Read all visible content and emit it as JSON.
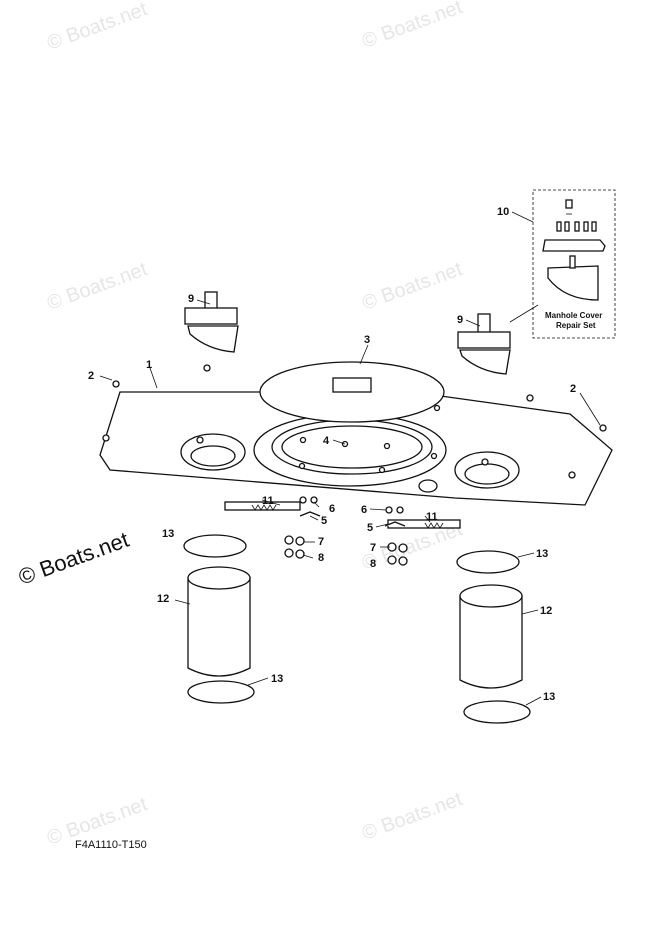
{
  "watermark": "© Boats.net",
  "diagram_code": "F4A1110-T150",
  "repair_set_label_line1": "Manhole Cover",
  "repair_set_label_line2": "Repair Set",
  "callouts": {
    "c1": "1",
    "c2a": "2",
    "c2b": "2",
    "c3": "3",
    "c4": "4",
    "c5a": "5",
    "c5b": "5",
    "c6a": "6",
    "c6b": "6",
    "c7a": "7",
    "c7b": "7",
    "c8a": "8",
    "c8b": "8",
    "c9a": "9",
    "c9b": "9",
    "c10": "10",
    "c11a": "11",
    "c11b": "11",
    "c12a": "12",
    "c12b": "12",
    "c13a": "13",
    "c13b": "13",
    "c13c": "13",
    "c13d": "13"
  }
}
